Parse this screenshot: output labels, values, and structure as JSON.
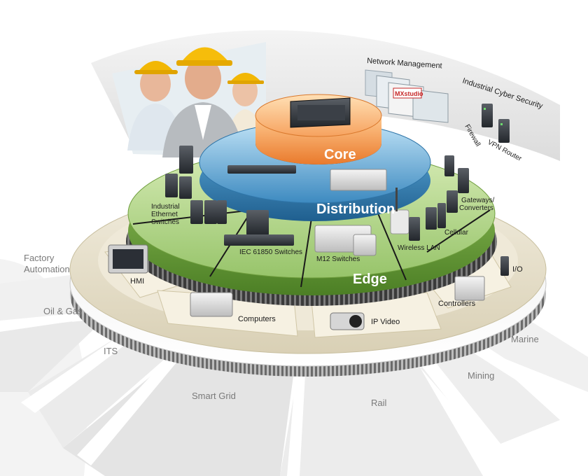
{
  "header": {
    "network_management": "Network Management",
    "cyber_security": "Industrial Cyber Security",
    "mxstudio": "MXstudio",
    "firewall": "Firewall",
    "vpn_router": "VPN Router"
  },
  "rings": {
    "core": "Core",
    "distribution": "Distribution",
    "edge": "Edge"
  },
  "products": {
    "industrial_ethernet_switches": [
      "Industrial",
      "Ethernet",
      "Switches"
    ],
    "iec_switches": "IEC 61850 Switches",
    "m12_switches": "M12 Switches",
    "wireless_lan": "Wireless LAN",
    "cellular": "Cellular",
    "gateways_converters": [
      "Gateways/",
      "Converters"
    ],
    "hmi": "HMI",
    "computers": "Computers",
    "ip_video": "IP Video",
    "controllers": "Controllers",
    "io": "I/O"
  },
  "industries": {
    "factory_automation": [
      "Factory",
      "Automation"
    ],
    "oil_gas": "Oil & Gas",
    "its": "ITS",
    "smart_grid": "Smart Grid",
    "rail": "Rail",
    "mining": "Mining",
    "marine": "Marine"
  },
  "colors": {
    "core": "#f6a25f",
    "distribution": "#5aa6d6",
    "edge": "#7db24a",
    "outer": "#e8e2cf"
  }
}
